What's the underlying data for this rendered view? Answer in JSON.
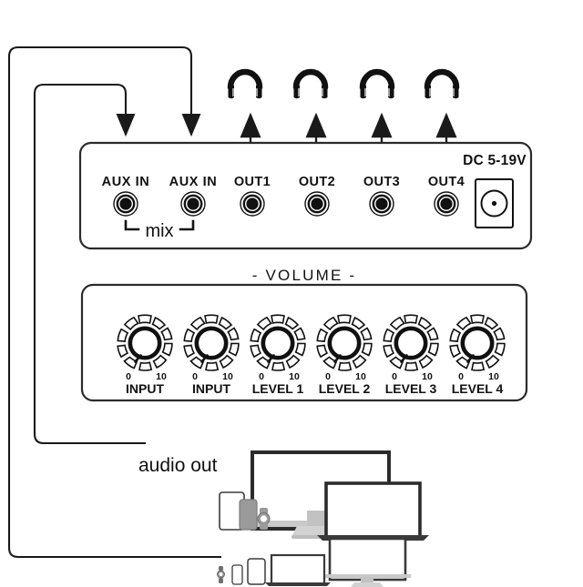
{
  "diagram": {
    "title": "audio amplifier headphone splitter connection diagram",
    "colors": {
      "line": "#1a1a1a",
      "panel_stroke": "#2b2b2b",
      "background": "#ffffff",
      "device_gray": "#9a9a9a",
      "device_dark": "#3a3a3a"
    }
  },
  "top_panel": {
    "inputs": [
      {
        "label": "AUX IN",
        "name": "aux-in-1"
      },
      {
        "label": "AUX IN",
        "name": "aux-in-2"
      }
    ],
    "mix_label": "mix",
    "outputs": [
      {
        "label": "OUT1",
        "name": "out1"
      },
      {
        "label": "OUT2",
        "name": "out2"
      },
      {
        "label": "OUT3",
        "name": "out3"
      },
      {
        "label": "OUT4",
        "name": "out4"
      }
    ],
    "power": {
      "label": "DC 5-19V",
      "name": "dc-power-jack"
    }
  },
  "volume_panel": {
    "title": "- VOLUME -",
    "knobs": [
      {
        "label": "INPUT",
        "min": "0",
        "max": "10"
      },
      {
        "label": "INPUT",
        "min": "0",
        "max": "10"
      },
      {
        "label": "LEVEL 1",
        "min": "0",
        "max": "10"
      },
      {
        "label": "LEVEL 2",
        "min": "0",
        "max": "10"
      },
      {
        "label": "LEVEL 3",
        "min": "0",
        "max": "10"
      },
      {
        "label": "LEVEL 4",
        "min": "0",
        "max": "10"
      }
    ]
  },
  "headphones": [
    {
      "name": "headphone-1"
    },
    {
      "name": "headphone-2"
    },
    {
      "name": "headphone-3"
    },
    {
      "name": "headphone-4"
    }
  ],
  "source": {
    "audio_out_label": "audio out"
  }
}
